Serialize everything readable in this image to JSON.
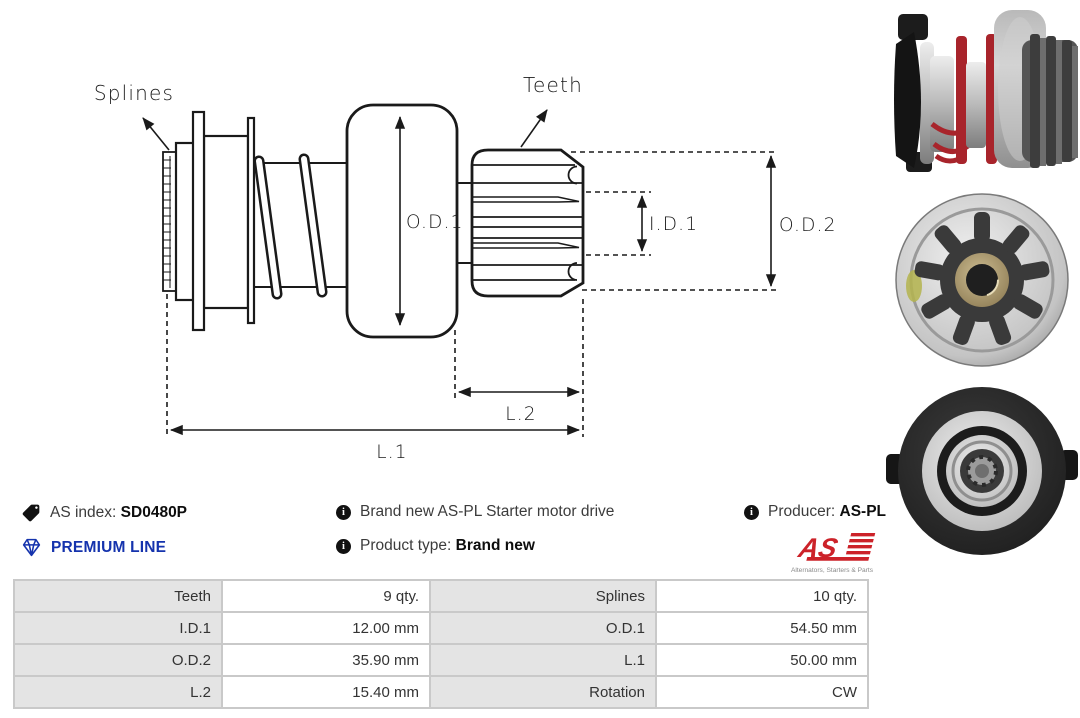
{
  "diagram": {
    "labels": {
      "splines": "Splines",
      "teeth": "Teeth",
      "od1": "O.D.1",
      "id1": "I.D.1",
      "od2": "O.D.2",
      "l1": "L.1",
      "l2": "L.2"
    }
  },
  "info": {
    "as_index_label": "AS index:",
    "as_index_value": "SD0480P",
    "premium_line": "PREMIUM LINE",
    "brand_new_text": "Brand new AS-PL Starter motor drive",
    "product_type_label": "Product type:",
    "product_type_value": "Brand new",
    "producer_label": "Producer:",
    "producer_value": "AS-PL",
    "logo_text": "AS",
    "logo_subtext": "Alternators, Starters & Parts"
  },
  "specs": {
    "rows": [
      [
        "Teeth",
        "9 qty.",
        "Splines",
        "10 qty."
      ],
      [
        "I.D.1",
        "12.00 mm",
        "O.D.1",
        "54.50 mm"
      ],
      [
        "O.D.2",
        "35.90 mm",
        "L.1",
        "50.00 mm"
      ],
      [
        "L.2",
        "15.40 mm",
        "Rotation",
        "CW"
      ]
    ]
  },
  "colors": {
    "premium_blue": "#1533ad",
    "logo_red": "#cc2229",
    "table_label_bg": "#e4e4e4",
    "table_border": "#c9c9c9",
    "drawing_line": "#1a1a1a"
  }
}
